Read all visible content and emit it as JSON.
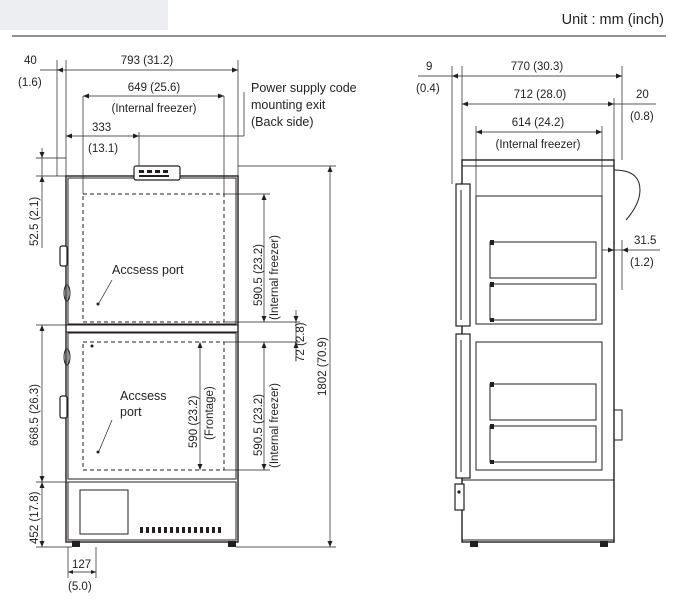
{
  "unit_label": "Unit : mm (inch)",
  "front_view": {
    "dim_width_overall": "793 (31.2)",
    "dim_internal_width_value": "649 (25.6)",
    "dim_internal_width_label": "(Internal freezer)",
    "dim_cord_offset_value": "333",
    "dim_cord_offset_inch": "(13.1)",
    "dim_side_offset_value": "40",
    "dim_side_offset_inch": "(1.6)",
    "power_note_line1": "Power supply code",
    "power_note_line2": "mounting exit",
    "power_note_line3": "(Back side)",
    "dim_top_panel": "52.5 (2.1)",
    "dim_upper_door": "668.5 (26.3)",
    "dim_base": "452 (17.8)",
    "dim_base_width_value": "127",
    "dim_base_width_inch": "(5.0)",
    "dim_upper_internal": "590.5 (23.2)",
    "dim_upper_internal_label": "(Internal freezer)",
    "dim_lower_internal": "590.5 (23.2)",
    "dim_lower_internal_label": "(Internal freezer)",
    "dim_frontage": "590 (23.2)",
    "dim_frontage_label": "(Frontage)",
    "dim_gap": "72 (2.8)",
    "dim_height_overall": "1802 (70.9)",
    "access_port_upper": "Accsess port",
    "access_port_lower_line1": "Accsess",
    "access_port_lower_line2": "port"
  },
  "side_view": {
    "dim_offset_value": "9",
    "dim_offset_inch": "(0.4)",
    "dim_depth_overall": "770 (30.3)",
    "dim_depth_body": "712 (28.0)",
    "dim_internal_depth_value": "614 (24.2)",
    "dim_internal_depth_label": "(Internal freezer)",
    "dim_back_offset_value": "20",
    "dim_back_offset_inch": "(0.8)",
    "dim_cord_value": "31.5",
    "dim_cord_inch": "(1.2)"
  }
}
